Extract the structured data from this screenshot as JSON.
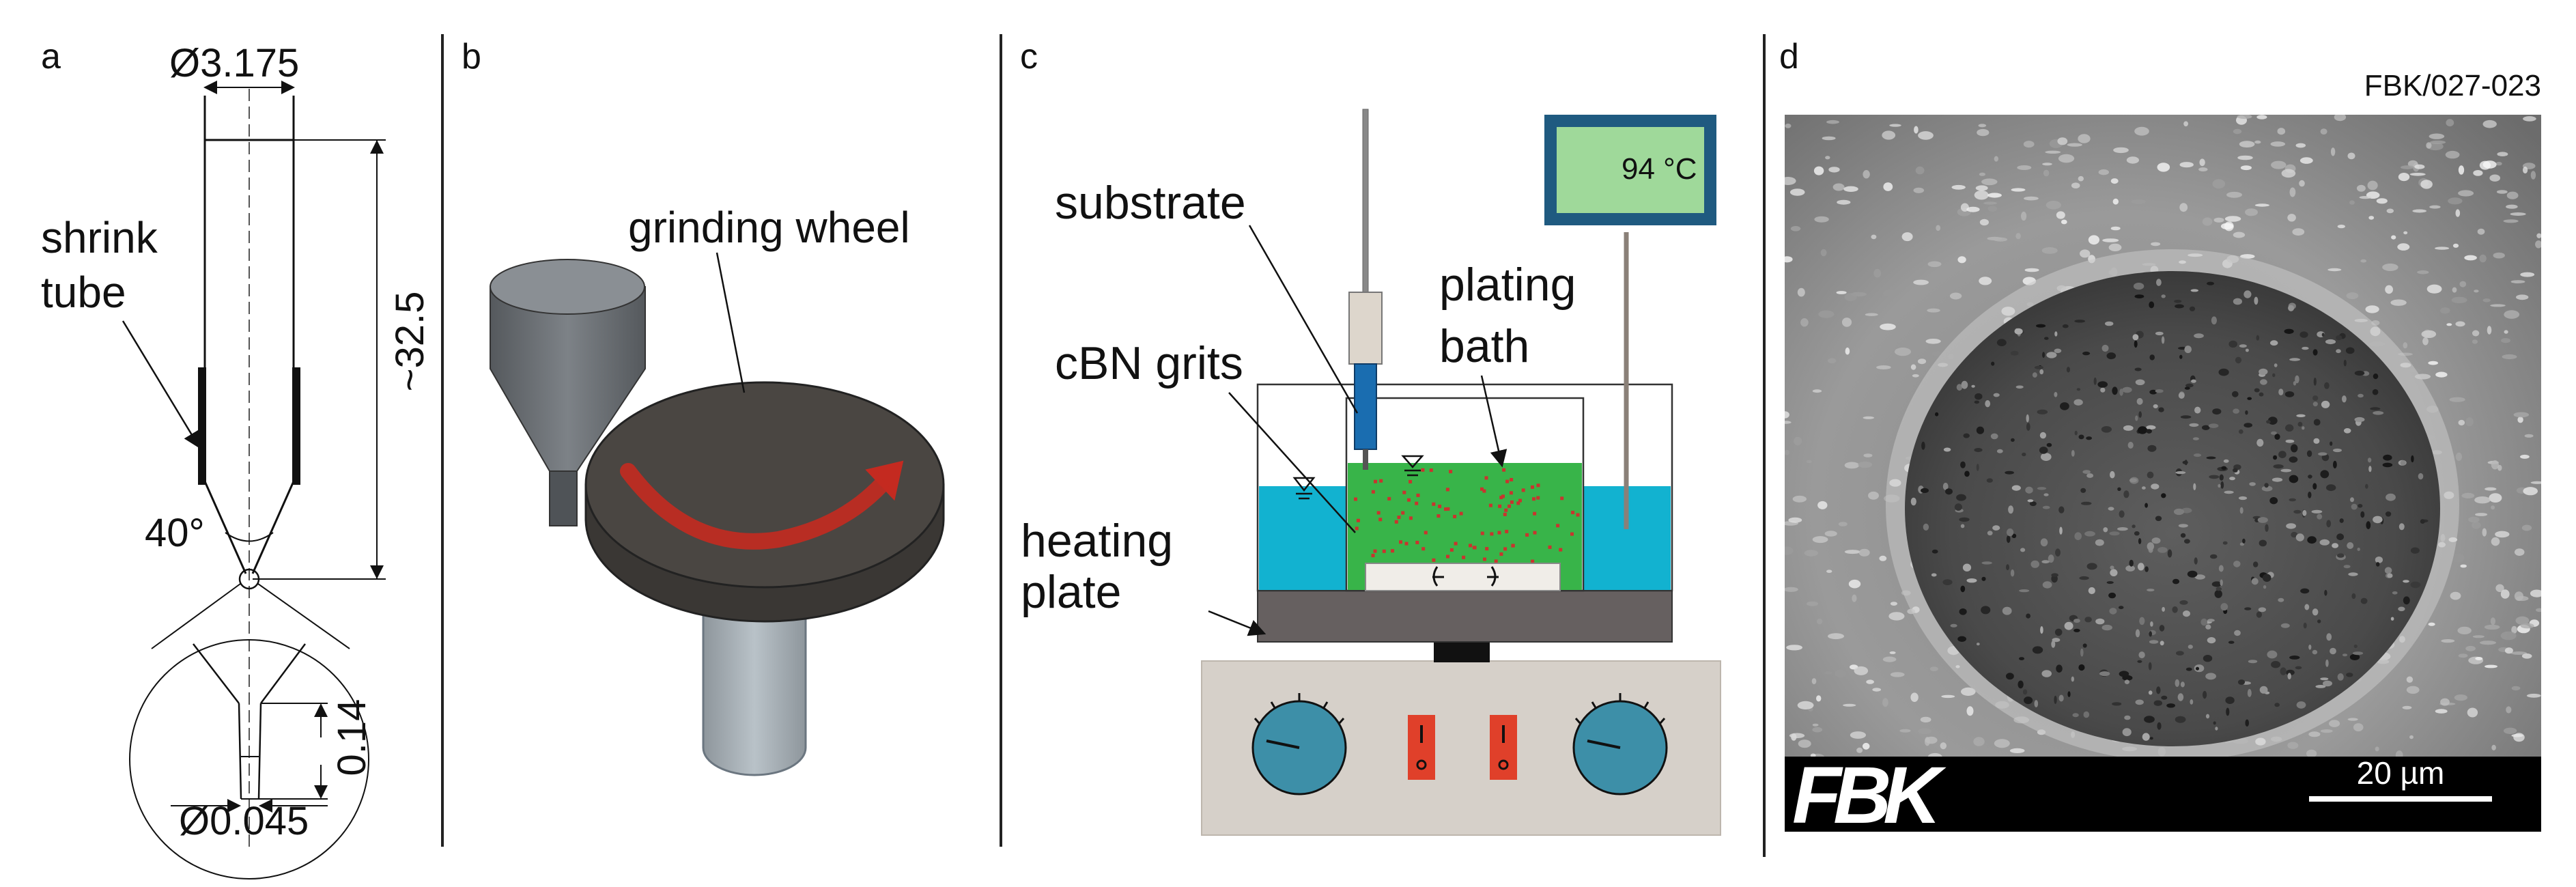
{
  "panels": {
    "a": {
      "letter": "a",
      "diameter_label": "Ø3.175",
      "length_label": "~32.5",
      "shrink_line1": "shrink",
      "shrink_line2": "tube",
      "angle_label": "40°",
      "tip_length_label": "0.14",
      "tip_diameter_label": "Ø0.045"
    },
    "b": {
      "letter": "b",
      "wheel_label": "grinding wheel"
    },
    "c": {
      "letter": "c",
      "thermometer_reading": "94 °C",
      "substrate_label": "substrate",
      "plating_line1": "plating",
      "plating_line2": "bath",
      "cbn_label": "cBN grits",
      "heating_line1": "heating",
      "heating_line2": "plate"
    },
    "d": {
      "letter": "d",
      "sample_id": "FBK/027-023",
      "logo_text": "FBK",
      "scale_label": "20 µm"
    }
  },
  "colors": {
    "bath_blue": "#12b2d0",
    "bath_green": "#38b449",
    "grit_red": "#c8352e",
    "thermo_screen": "#9fd99a",
    "thermo_frame": "#1f5a80",
    "plate_gray": "#666060",
    "stirrer_base": "#d6d0c9",
    "dial_blue": "#3d8fa8",
    "switch_red": "#e0402a",
    "wheel_dark": "#4a4642",
    "hopper_gray": "#6e7276",
    "shaft_gray": "#aab3ba",
    "arrow_red": "#c42a20"
  },
  "icons": [
    "fbk-logo-icon",
    "water-level-icon",
    "stir-bar-icon",
    "dial-icon",
    "switch-icon"
  ]
}
